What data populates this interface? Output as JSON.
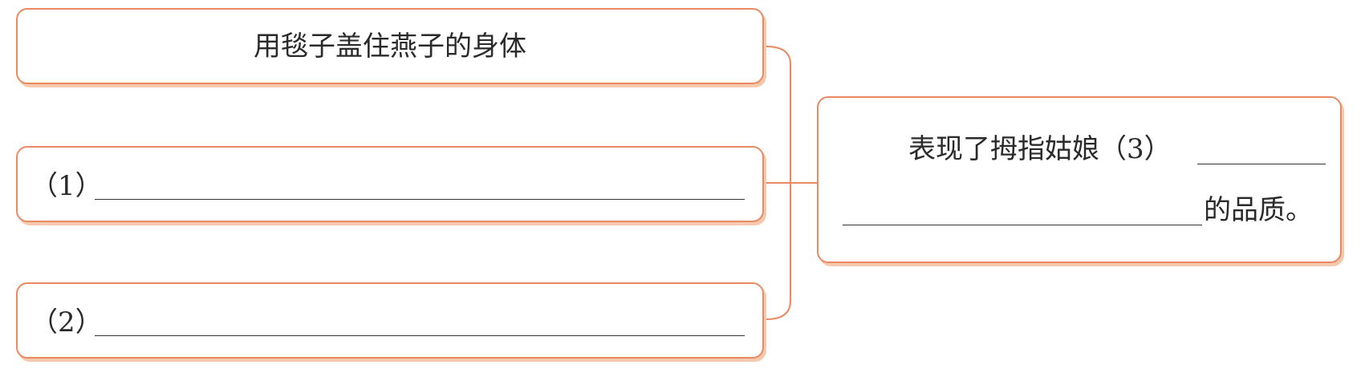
{
  "boxes": {
    "top": {
      "text": "用毯子盖住燕子的身体"
    },
    "blank1": {
      "number": "（1）"
    },
    "blank2": {
      "number": "（2）"
    },
    "conclusion": {
      "prefix": "表现了拇指姑娘（3）",
      "suffix": "的品质。"
    }
  },
  "colors": {
    "border": "#e98a62",
    "shadow": "#f6c8ae"
  }
}
